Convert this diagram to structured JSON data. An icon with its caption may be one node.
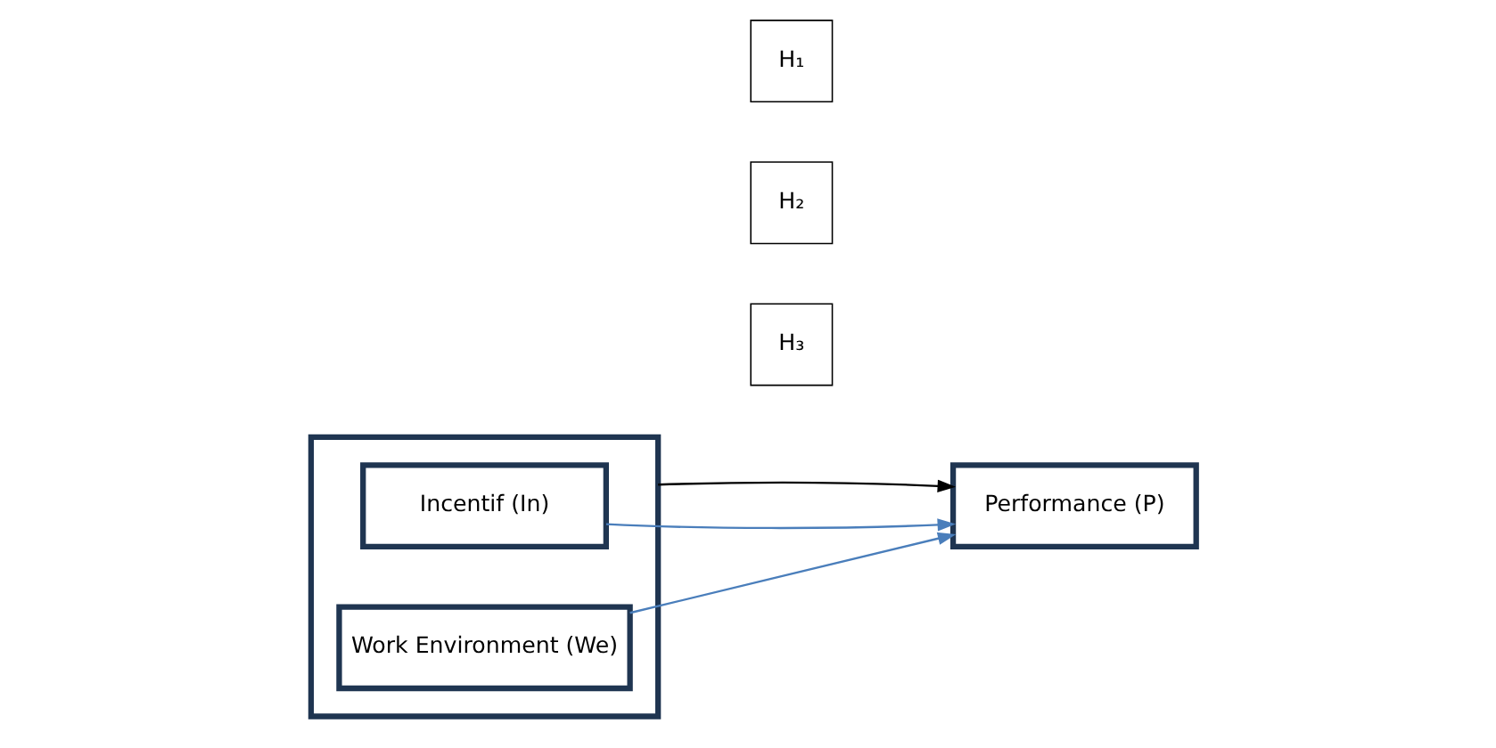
{
  "diagram": {
    "nodes": [
      {
        "text": [],
        "shape": "box"
      },
      {
        "text": [
          "Incentif (In)"
        ],
        "in": 0
      },
      {
        "text": [
          "Work Environment (We)"
        ],
        "in": 0
      },
      {
        "text": [
          "H₁"
        ]
      },
      {
        "text": [
          "H₂"
        ]
      },
      {
        "text": [
          "Performance (P)"
        ]
      },
      {
        "text": [
          "H₃"
        ]
      }
    ],
    "edges": [
      {
        "from": 1,
        "to": 5,
        "arrow": "to"
      },
      {
        "from": 2,
        "to": 5,
        "arrow": "to"
      },
      {
        "from": 0,
        "to": 5,
        "arrow": "to",
        "color": "#000000"
      }
    ]
  }
}
